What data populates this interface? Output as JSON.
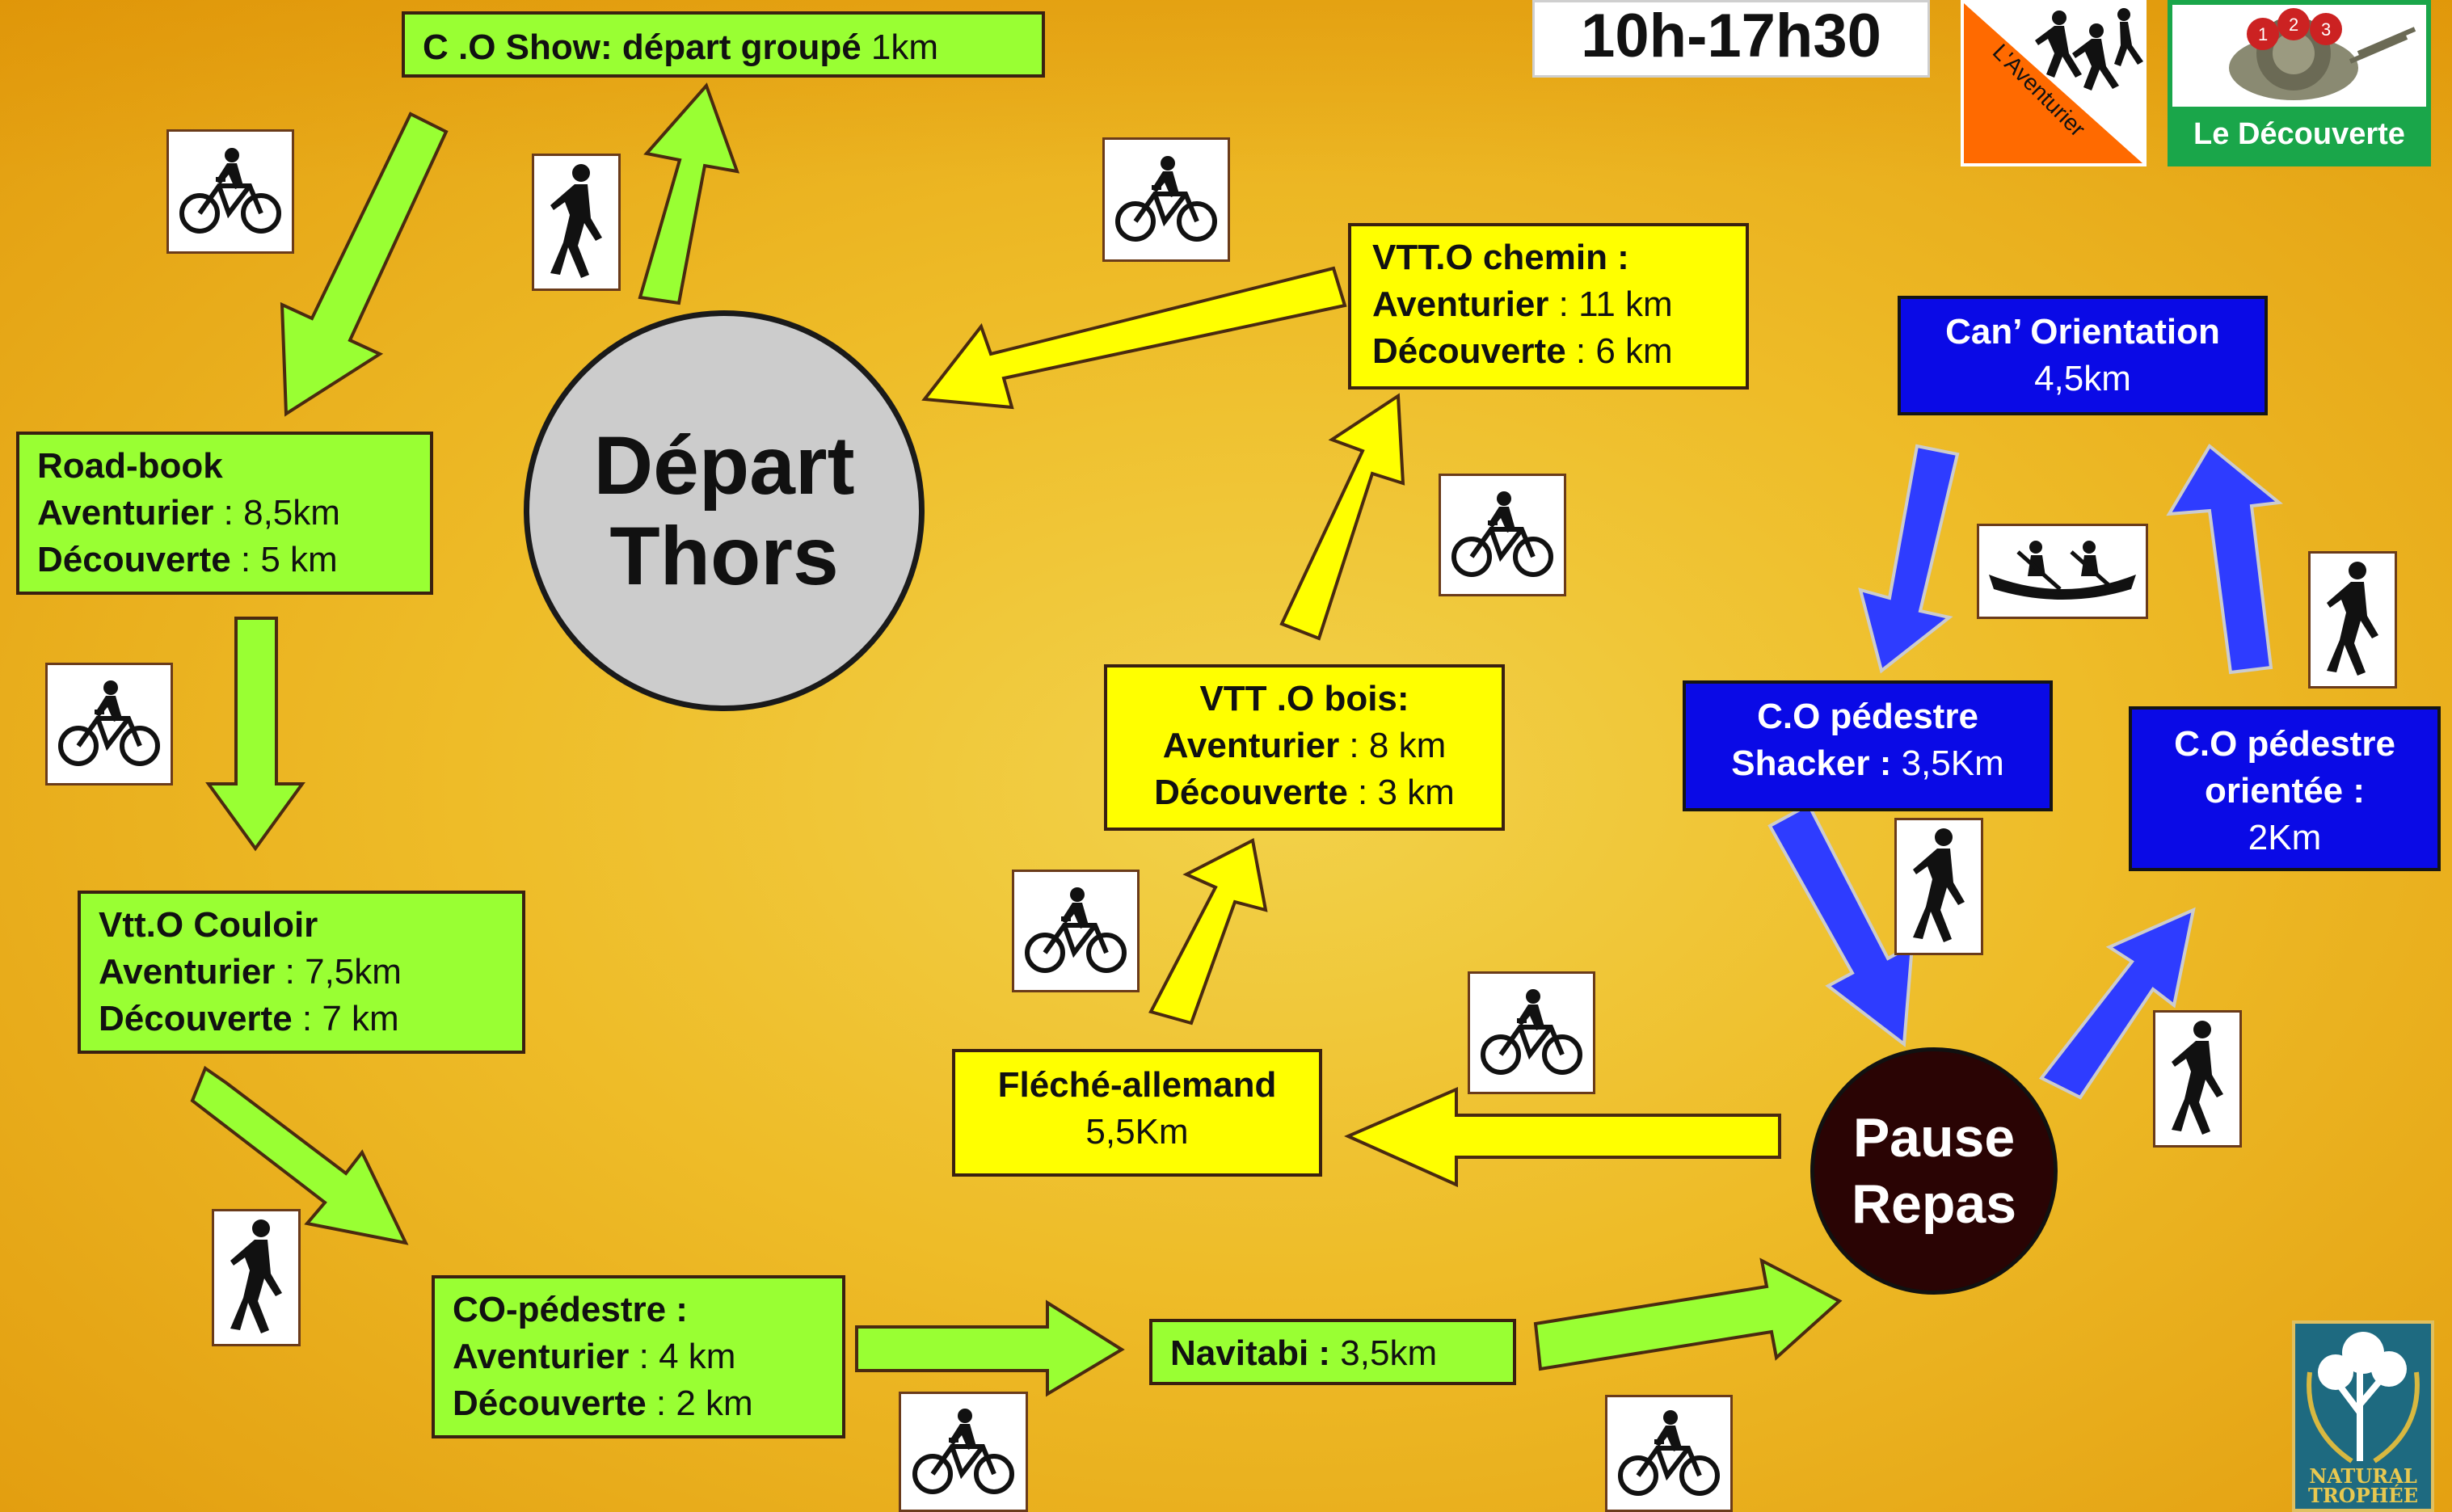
{
  "schedule": "10h-17h30",
  "logos": {
    "aventurier": "L'Aventurier",
    "decouverte": "Le Découverte",
    "natural": "NATURAL TROPHÉE"
  },
  "circles": {
    "depart": [
      "Départ",
      "Thors"
    ],
    "pause": [
      "Pause",
      "Repas"
    ]
  },
  "boxes": {
    "co_show": {
      "title": "C .O Show: départ groupé",
      "dist": " 1km"
    },
    "road_book": {
      "title": "Road-book",
      "av_label": "Aventurier",
      "av_val": " : 8,5km",
      "de_label": "Découverte",
      "de_val": " : 5 km"
    },
    "vtt_couloir": {
      "title": "Vtt.O Couloir",
      "av_label": "Aventurier",
      "av_val": " : 7,5km",
      "de_label": "Découverte",
      "de_val": " : 7 km"
    },
    "co_pedestre": {
      "title": "CO-pédestre :",
      "av_label": "Aventurier",
      "av_val": " : 4 km",
      "de_label": "Découverte",
      "de_val": " : 2 km"
    },
    "navitabi": {
      "title": "Navitabi :",
      "dist": " 3,5km"
    },
    "fleche": {
      "title": "Fléché-allemand",
      "dist": "5,5Km"
    },
    "vtt_bois": {
      "title": "VTT .O bois:",
      "av_label": "Aventurier",
      "av_val": " : 8 km",
      "de_label": "Découverte",
      "de_val": " : 3 km"
    },
    "vtt_chemin": {
      "title": "VTT.O chemin :",
      "av_label": "Aventurier",
      "av_val": " : 11 km",
      "de_label": "Découverte",
      "de_val": " : 6 km"
    },
    "can_orientation": {
      "title": "Can’ Orientation",
      "dist": "4,5km"
    },
    "co_shacker": {
      "title": "C.O pédestre",
      "line2_label": "Shacker :",
      "line2_val": " 3,5Km"
    },
    "co_orientee": {
      "title": "C.O pédestre",
      "line2": "orientée :",
      "dist": "2Km"
    }
  },
  "colors": {
    "green": "#99ff33",
    "yellow": "#ffff00",
    "blue": "#0a0ae6",
    "depart_circle": "#cccccc",
    "pause_circle": "#2a0404"
  },
  "icons": [
    "bike-icon",
    "runner-icon",
    "canoe-icon"
  ]
}
